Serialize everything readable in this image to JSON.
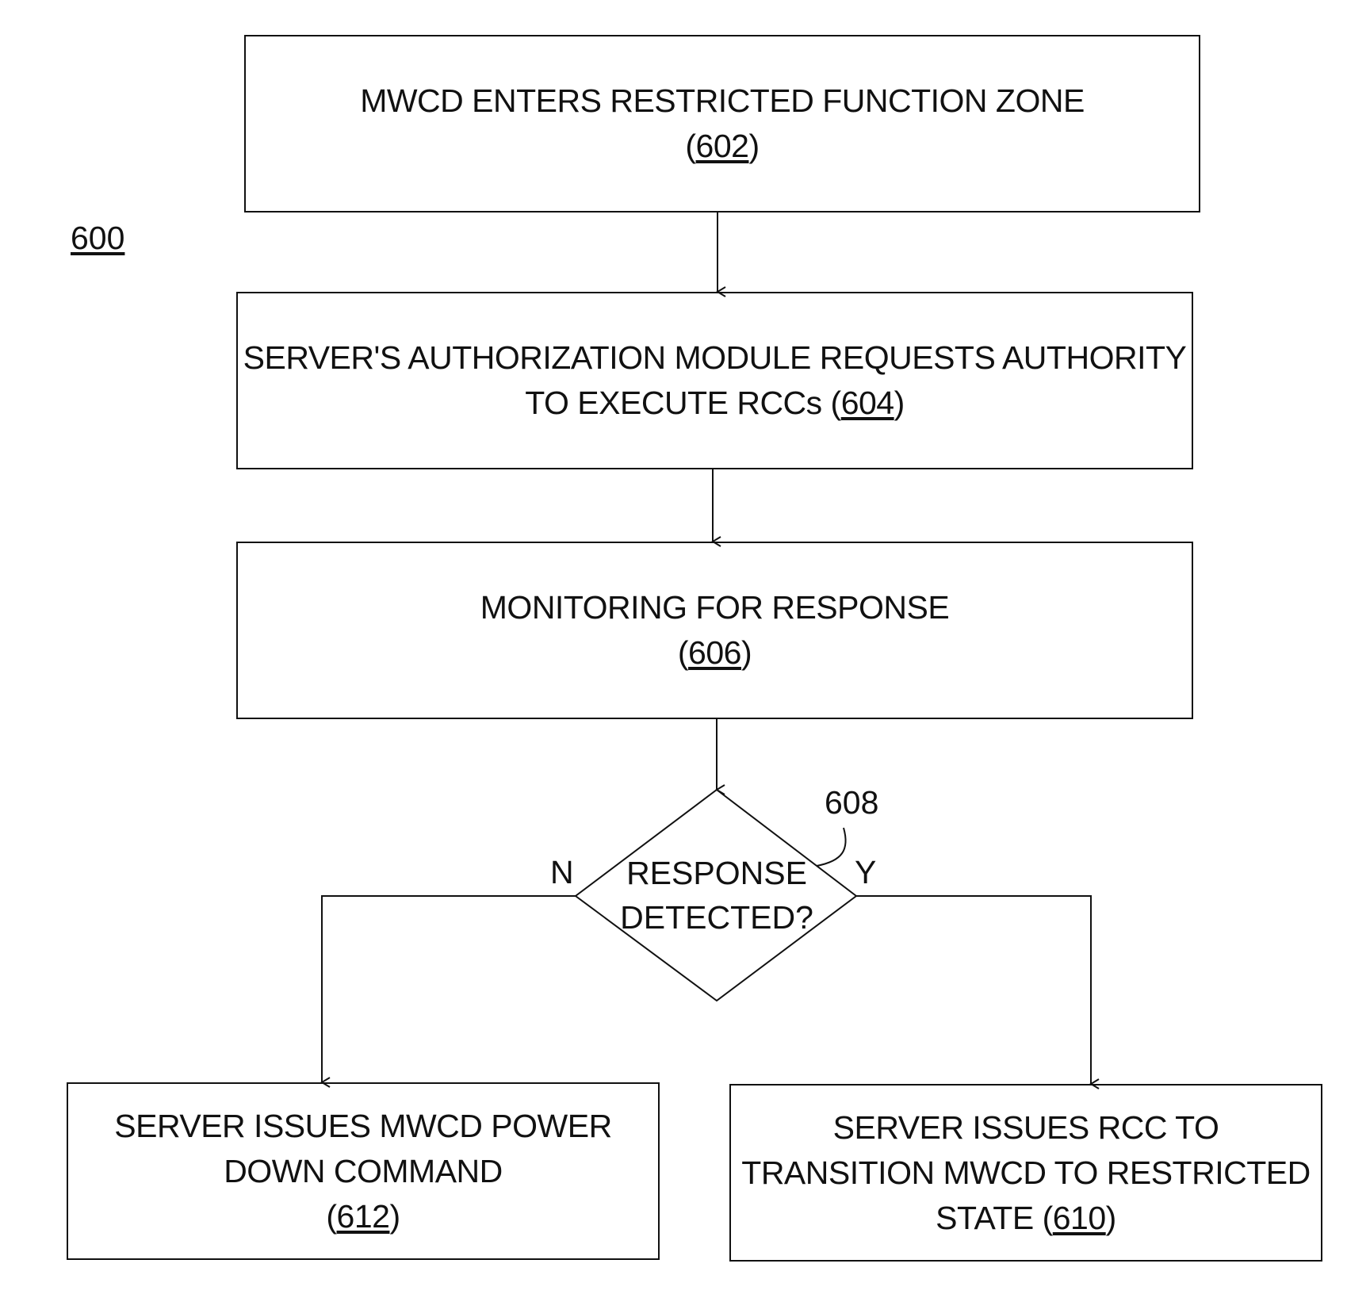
{
  "figure_label": "600",
  "nodes": {
    "n602": {
      "lines": [
        "MWCD ENTERS RESTRICTED FUNCTION ZONE"
      ],
      "ref": "602",
      "ref_inline": false
    },
    "n604": {
      "lines": [
        "SERVER'S AUTHORIZATION MODULE REQUESTS AUTHORITY",
        "TO EXECUTE RCCs"
      ],
      "ref": "604",
      "ref_inline": true
    },
    "n606": {
      "lines": [
        "MONITORING FOR RESPONSE"
      ],
      "ref": "606",
      "ref_inline": false
    },
    "n608": {
      "lines": [
        "RESPONSE",
        "DETECTED?"
      ],
      "ref": "608"
    },
    "n612": {
      "lines": [
        "SERVER ISSUES MWCD POWER",
        "DOWN COMMAND"
      ],
      "ref": "612",
      "ref_inline": false
    },
    "n610": {
      "lines": [
        "SERVER ISSUES RCC TO",
        "TRANSITION MWCD TO RESTRICTED",
        "STATE"
      ],
      "ref": "610",
      "ref_inline": true
    }
  },
  "branches": {
    "no": "N",
    "yes": "Y"
  }
}
